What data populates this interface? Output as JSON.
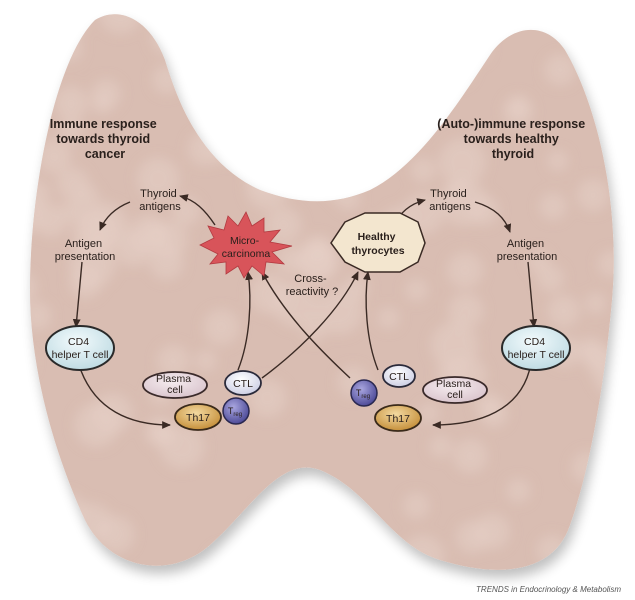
{
  "figure": {
    "left_title": [
      "Immune response",
      "towards thyroid",
      "cancer"
    ],
    "right_title": [
      "(Auto-)immune response",
      "towards healthy",
      "thyroid"
    ],
    "left_cycle": {
      "thyroid_antigens": [
        "Thyroid",
        "antigens"
      ],
      "antigen_presentation": [
        "Antigen",
        "presentation"
      ],
      "cd4": [
        "CD4",
        "helper T cell"
      ],
      "plasma": [
        "Plasma",
        "cell"
      ],
      "ctl": "CTL",
      "th17": "Th17",
      "treg": "T",
      "treg_sub": "reg"
    },
    "right_cycle": {
      "thyroid_antigens": [
        "Thyroid",
        "antigens"
      ],
      "antigen_presentation": [
        "Antigen",
        "presentation"
      ],
      "cd4": [
        "CD4",
        "helper T cell"
      ],
      "plasma": [
        "Plasma",
        "cell"
      ],
      "ctl": "CTL",
      "th17": "Th17",
      "treg": "T",
      "treg_sub": "reg"
    },
    "microcarcinoma": [
      "Micro-",
      "carcinoma"
    ],
    "healthy_thyrocytes": [
      "Healthy",
      "thyrocytes"
    ],
    "cross_reactivity": [
      "Cross-",
      "reactivity ?"
    ],
    "footer": "TRENDS in Endocrinology & Metabolism"
  },
  "colors": {
    "gland": "#d9bdb2",
    "gland_spot": "#e6cfc6",
    "carcinoma": "#d8545a",
    "thyrocyte": "#f3e6cf",
    "cd4": "#d5e9ee",
    "plasma": "#e6d5dc",
    "ctl": "#e4e6f2",
    "th17": "#d9a85a",
    "treg": "#6e6bb5",
    "arrow": "#3a2a24"
  }
}
